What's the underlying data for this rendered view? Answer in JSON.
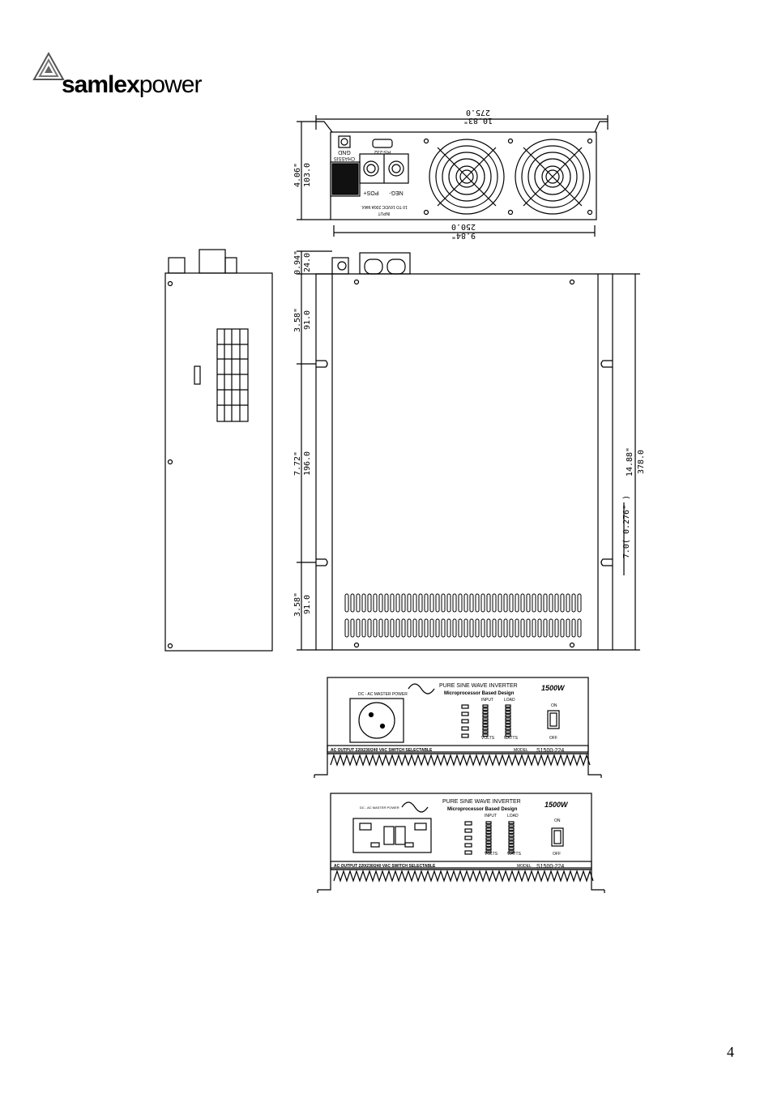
{
  "brand": {
    "name_bold": "samlex",
    "name_light": "power"
  },
  "page_number": "4",
  "top_view": {
    "overall_width": "275.0",
    "overall_width_in": "10.83\"",
    "base_width": "250.0",
    "base_width_in": "9.84\"",
    "height": "103.0",
    "height_in": "4.06\"",
    "labels": {
      "gnd": "GND",
      "chassis": "CHASSIS",
      "rs232": "RS-232",
      "pos": "POS+",
      "neg": "NEG-",
      "input": "INPUT",
      "input_spec": "10 TO 16VDC 200A MAX."
    }
  },
  "side_view": {
    "terminal_height": "24.0",
    "terminal_height_in": "0.94\"",
    "seg1": "91.0",
    "seg1_in": "3.58\"",
    "seg2": "196.0",
    "seg2_in": "7.72\"",
    "seg3": "91.0",
    "seg3_in": "3.58\"",
    "total": "378.0",
    "total_in": "14.88\"",
    "slot": "7.0( 0.276\" )"
  },
  "front_panel_1": {
    "title": "PURE SINE WAVE INVERTER",
    "subtitle": "Microprocessor Based Design",
    "watt": "1500W",
    "master": "DC - AC MASTER POWER",
    "input_label": "INPUT",
    "load_label": "LOAD",
    "volts": "VOLTS",
    "watts": "WATTS",
    "on": "ON",
    "off": "OFF",
    "footer_left": "AC OUTPUT 220/230/240 VAC SWITCH SELECTABLE",
    "model_label": "MODEL",
    "model": "S1500-224"
  },
  "front_panel_2": {
    "title": "PURE SINE WAVE INVERTER",
    "subtitle": "Microprocessor Based Design",
    "watt": "1500W",
    "master": "DC - AC MASTER POWER",
    "input_label": "INPUT",
    "load_label": "LOAD",
    "volts": "VOLTS",
    "watts": "WATTS",
    "on": "ON",
    "off": "OFF",
    "footer_left": "AC OUTPUT 220/230/240 VAC SWITCH SELECTABLE",
    "model_label": "MODEL",
    "model": "S1500-224"
  }
}
